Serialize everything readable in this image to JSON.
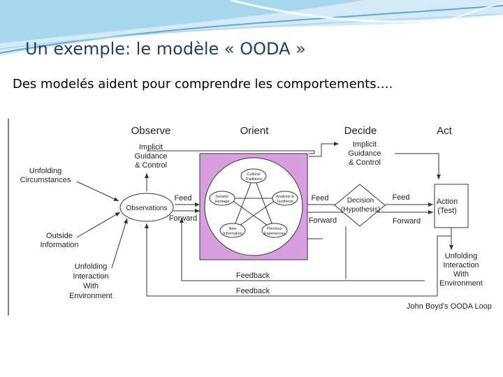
{
  "slide": {
    "title": "Un exemple: le modèle « OODA »",
    "subtitle": "Des modelés aident pour comprendre les comportements…."
  },
  "diagram": {
    "headers": {
      "observe": "Observe",
      "orient": "Orient",
      "decide": "Decide",
      "act": "Act"
    },
    "observe": {
      "implicit_guidance": [
        "Implicit",
        "Guidance",
        "& Control"
      ],
      "unfolding_circumstances": [
        "Unfolding",
        "Circumstances"
      ],
      "outside_information": [
        "Outside",
        "Information"
      ],
      "unfolding_interaction": [
        "Unfolding",
        "Interaction",
        "With",
        "Environment"
      ],
      "observations": "Observations",
      "feed": "Feed",
      "forward": "Forward"
    },
    "orient": {
      "cultural_traditions": [
        "Cultural",
        "Traditions"
      ],
      "genetic_heritage": [
        "Genetic",
        "Heritage"
      ],
      "analysis_synthesis": [
        "Analysis &",
        "Synthesis"
      ],
      "new_information": [
        "New",
        "Information"
      ],
      "previous_experiences": [
        "Previous",
        "Experiences"
      ],
      "feed": "Feed",
      "forward": "Forward"
    },
    "decide": {
      "implicit_guidance": [
        "Implicit",
        "Guidance",
        "& Control"
      ],
      "decision": [
        "Decision",
        "(Hypothesis)"
      ],
      "feed": "Feed",
      "forward": "Forward"
    },
    "act": {
      "action": [
        "Action",
        "(Test)"
      ],
      "unfolding_interaction": [
        "Unfolding",
        "Interaction",
        "With",
        "Environment"
      ]
    },
    "feedback_upper": "Feedback",
    "feedback_lower": "Feedback",
    "caption": "John Boyd's OODA Loop",
    "colors": {
      "orient_box": "#d89ee0",
      "line": "#333333"
    }
  }
}
